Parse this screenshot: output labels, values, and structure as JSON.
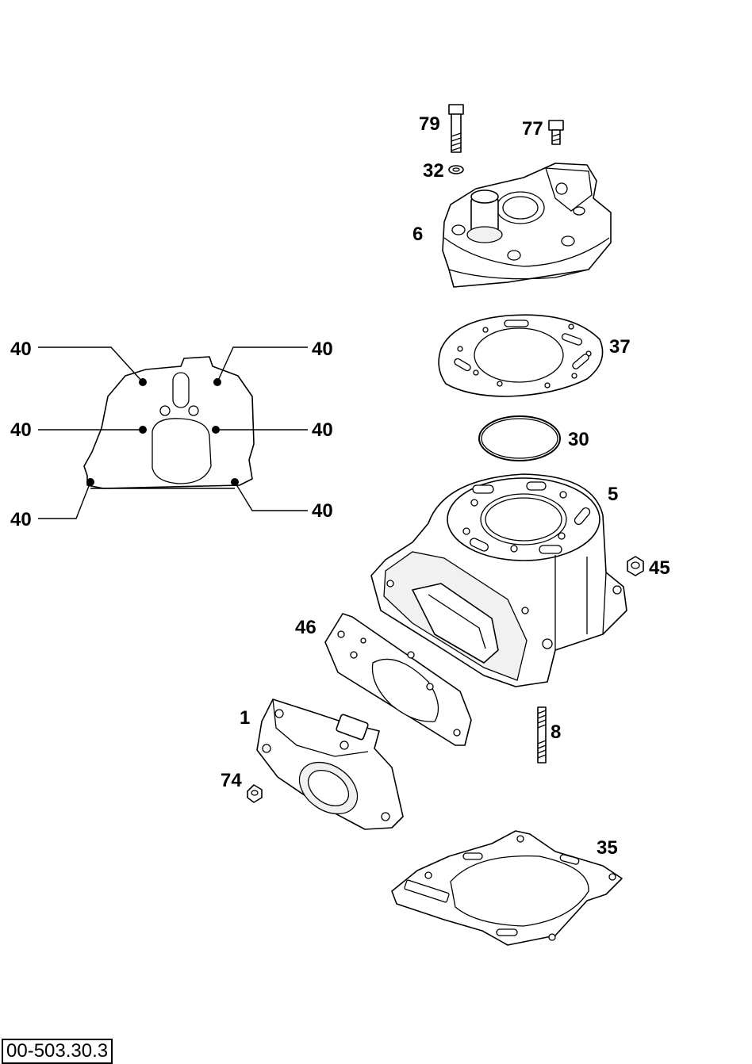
{
  "document_code": "00-503.30.3",
  "callouts": {
    "p79": "79",
    "p77": "77",
    "p32": "32",
    "p6": "6",
    "p37": "37",
    "p30": "30",
    "p5": "5",
    "p45": "45",
    "p46": "46",
    "p1": "1",
    "p8": "8",
    "p74": "74",
    "p35": "35",
    "p40": [
      "40",
      "40",
      "40",
      "40",
      "40",
      "40"
    ]
  }
}
